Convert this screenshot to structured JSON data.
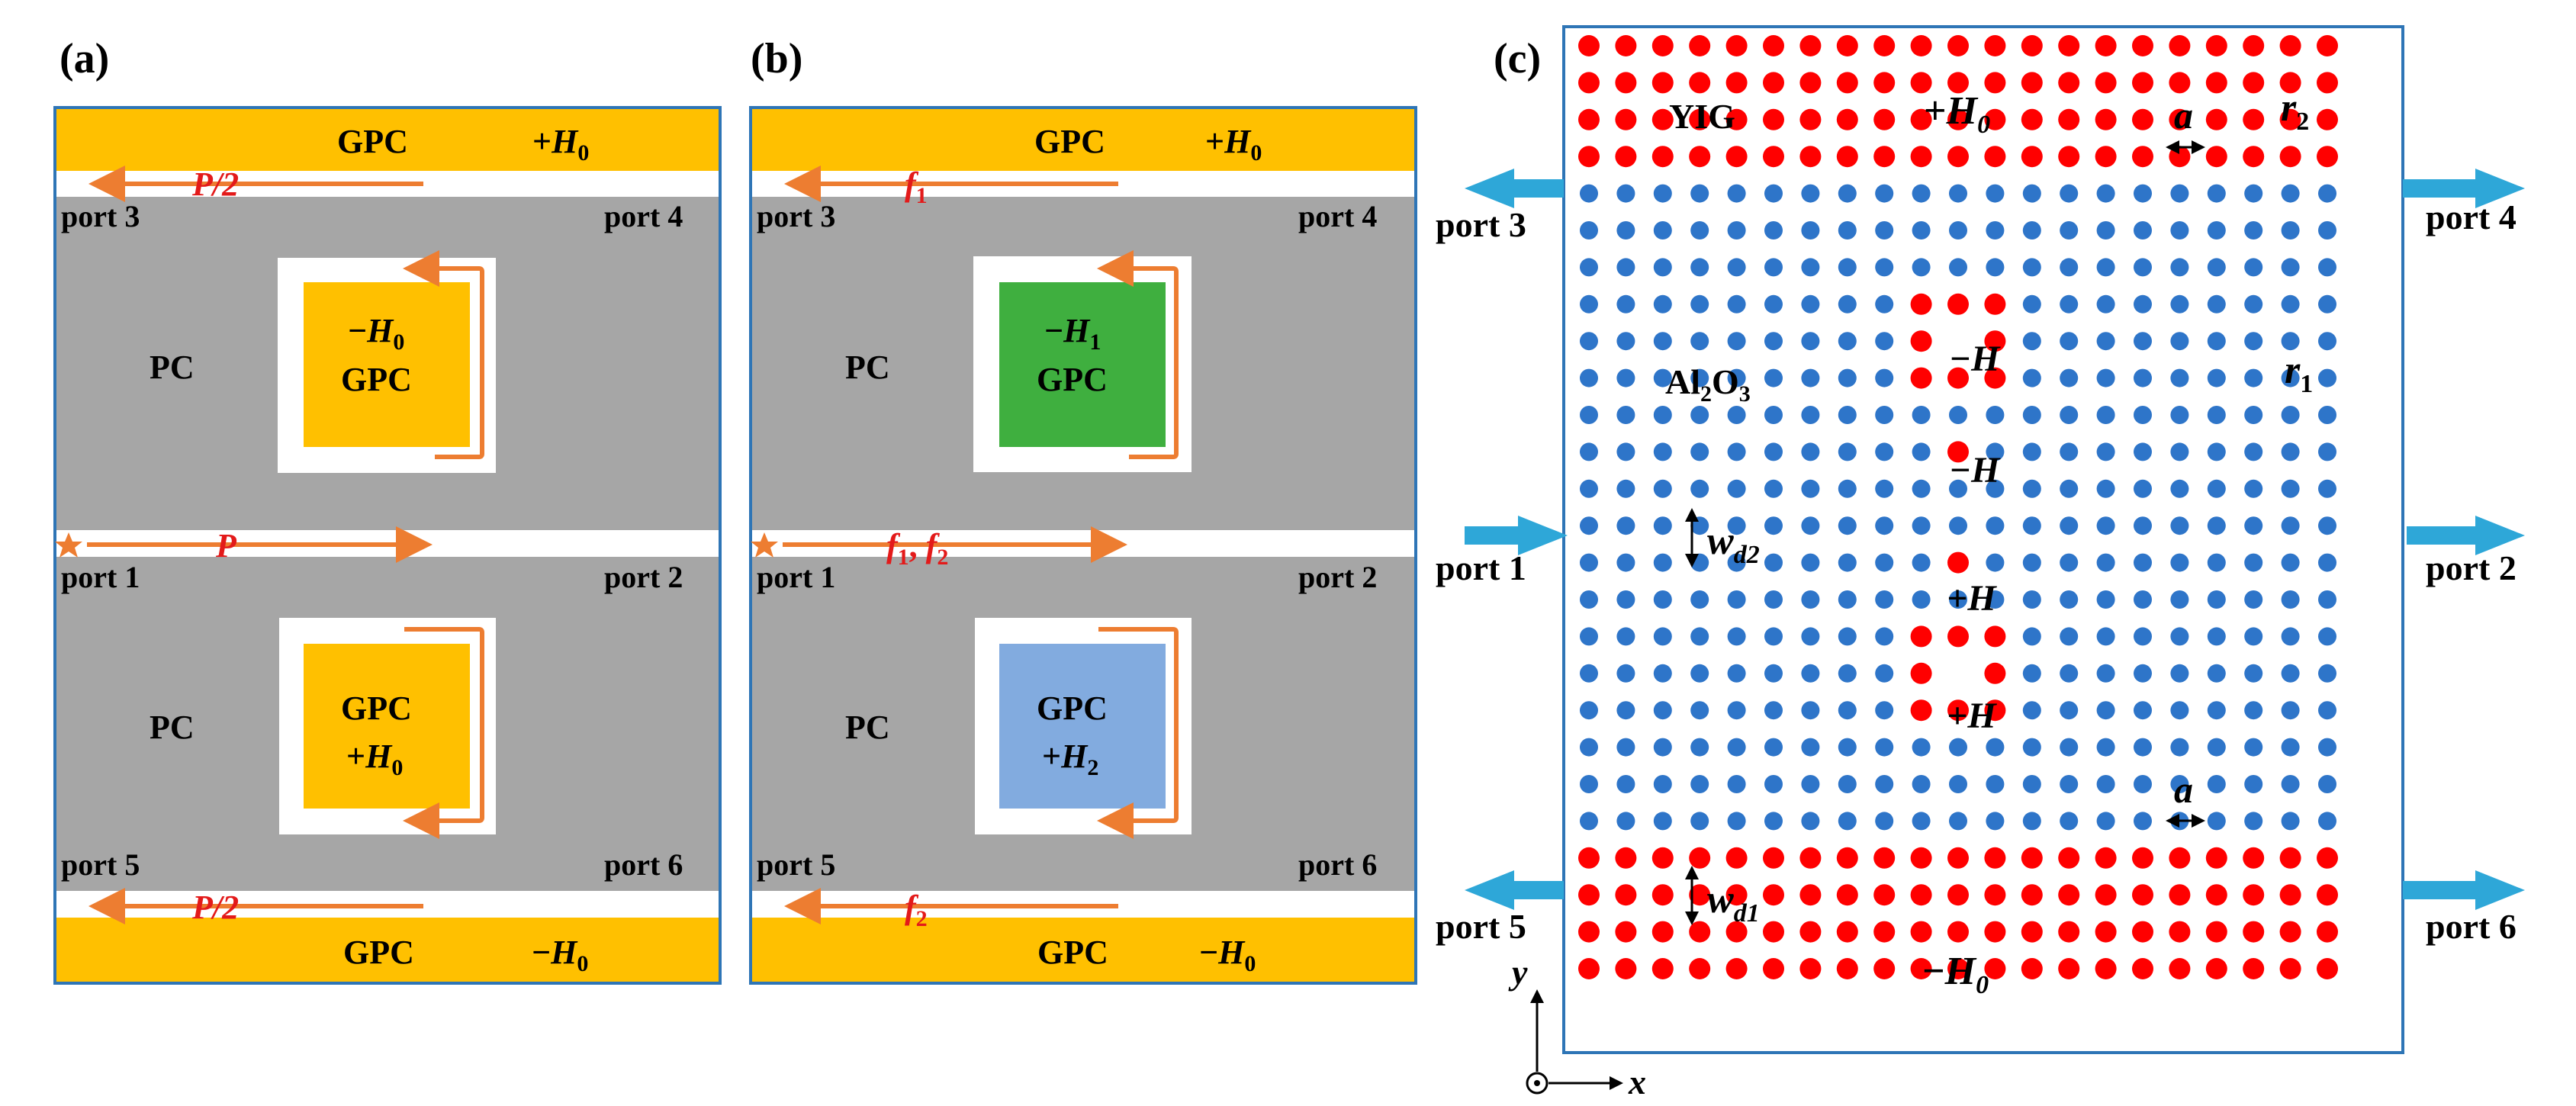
{
  "colors": {
    "gpc": "#FFC000",
    "pc": "#A6A6A6",
    "white": "#FFFFFF",
    "border": "#2E75B6",
    "orange": "#ED7D31",
    "labelRed": "#E31A1A",
    "green": "#3FAF3F",
    "lightBlue": "#82ABDF",
    "yigDot": "#FF0000",
    "al2o3Dot": "#2E75C9",
    "portArrow": "#2EA7D8",
    "black": "#000000"
  },
  "panels": {
    "a": {
      "tag": "(a)",
      "topStrip": {
        "material": "GPC",
        "field_sign": "+",
        "field_sym": "H",
        "field_sub": "0"
      },
      "bottomStrip": {
        "material": "GPC",
        "field_sign": "−",
        "field_sym": "H",
        "field_sub": "0"
      },
      "topRegionLabel": "PC",
      "bottomRegionLabel": "PC",
      "upperBox": {
        "field_sign": "−",
        "field_sym": "H",
        "field_sub": "0",
        "material": "GPC"
      },
      "lowerBox": {
        "material": "GPC",
        "field_sign": "+",
        "field_sym": "H",
        "field_sub": "0"
      },
      "ports": [
        "port 1",
        "port 2",
        "port 3",
        "port 4",
        "port 5",
        "port 6"
      ],
      "topSignal": "P/2",
      "midSignal": "P",
      "bottomSignal": "P/2",
      "sourceIcon": "star-icon"
    },
    "b": {
      "tag": "(b)",
      "topStrip": {
        "material": "GPC",
        "field_sign": "+",
        "field_sym": "H",
        "field_sub": "0"
      },
      "bottomStrip": {
        "material": "GPC",
        "field_sign": "−",
        "field_sym": "H",
        "field_sub": "0"
      },
      "topRegionLabel": "PC",
      "bottomRegionLabel": "PC",
      "upperBox": {
        "field_sign": "−",
        "field_sym": "H",
        "field_sub": "1",
        "material": "GPC"
      },
      "lowerBox": {
        "material": "GPC",
        "field_sign": "+",
        "field_sym": "H",
        "field_sub": "2"
      },
      "ports": [
        "port 1",
        "port 2",
        "port 3",
        "port 4",
        "port 5",
        "port 6"
      ],
      "topSignal": {
        "sym": "f",
        "sub": "1"
      },
      "midSignal": {
        "a_sym": "f",
        "a_sub": "1",
        "sep": ", ",
        "b_sym": "f",
        "b_sub": "2"
      },
      "bottomSignal": {
        "sym": "f",
        "sub": "2"
      },
      "sourceIcon": "star-icon"
    },
    "c": {
      "tag": "(c)",
      "yigLabel": "YIG",
      "topField": {
        "sign": "+",
        "sym": "H",
        "sub": "0"
      },
      "bottomField": {
        "sign": "−",
        "sym": "H",
        "sub": "0"
      },
      "latticeConst": "a",
      "r2": {
        "sym": "r",
        "sub": "2"
      },
      "r1": {
        "sym": "r",
        "sub": "1"
      },
      "al2o3": {
        "a": "Al",
        "a_sub": "2",
        "b": "O",
        "b_sub": "3"
      },
      "minusH": "−H",
      "plusH": "+H",
      "wd2": {
        "sym": "w",
        "sub": "d2"
      },
      "wd1": {
        "sym": "w",
        "sub": "d1"
      },
      "ports": [
        "port 1",
        "port 2",
        "port 3",
        "port 4",
        "port 5",
        "port 6"
      ],
      "axisX": "x",
      "axisY": "y"
    }
  }
}
